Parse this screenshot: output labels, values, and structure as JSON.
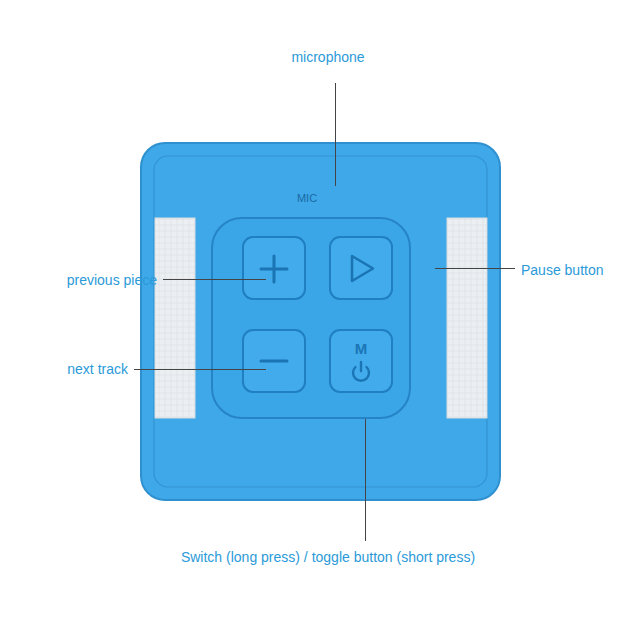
{
  "diagram": {
    "labels": [
      "microphone",
      "MIC",
      "previous piece",
      "Pause button",
      "next track",
      "M",
      "Switch (long press) / toggle button (short press)"
    ]
  }
}
